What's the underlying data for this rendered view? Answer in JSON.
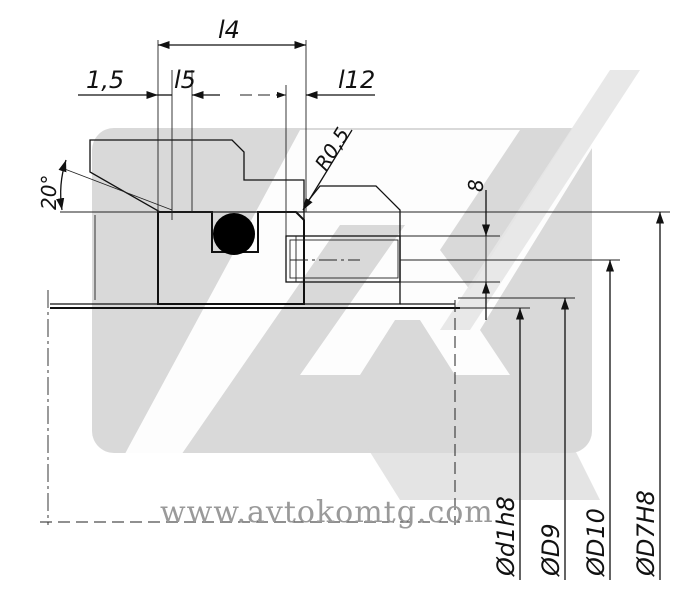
{
  "drawing": {
    "labels": {
      "l4": "l4",
      "l5": "l5",
      "l12": "l12",
      "chamfer": "1,5",
      "radius": "R0,5",
      "angle": "20°",
      "height": "8",
      "d1": "Ød1h8",
      "D9": "ØD9",
      "D10": "ØD10",
      "D7": "ØD7H8"
    },
    "watermark": {
      "url": "www.avtokomtg.com",
      "logo": "AK"
    },
    "colors": {
      "line": "#111111",
      "watermark_band": "#cfcfcf",
      "watermark_text": "#9a9a9a",
      "oring": "#000000"
    }
  }
}
